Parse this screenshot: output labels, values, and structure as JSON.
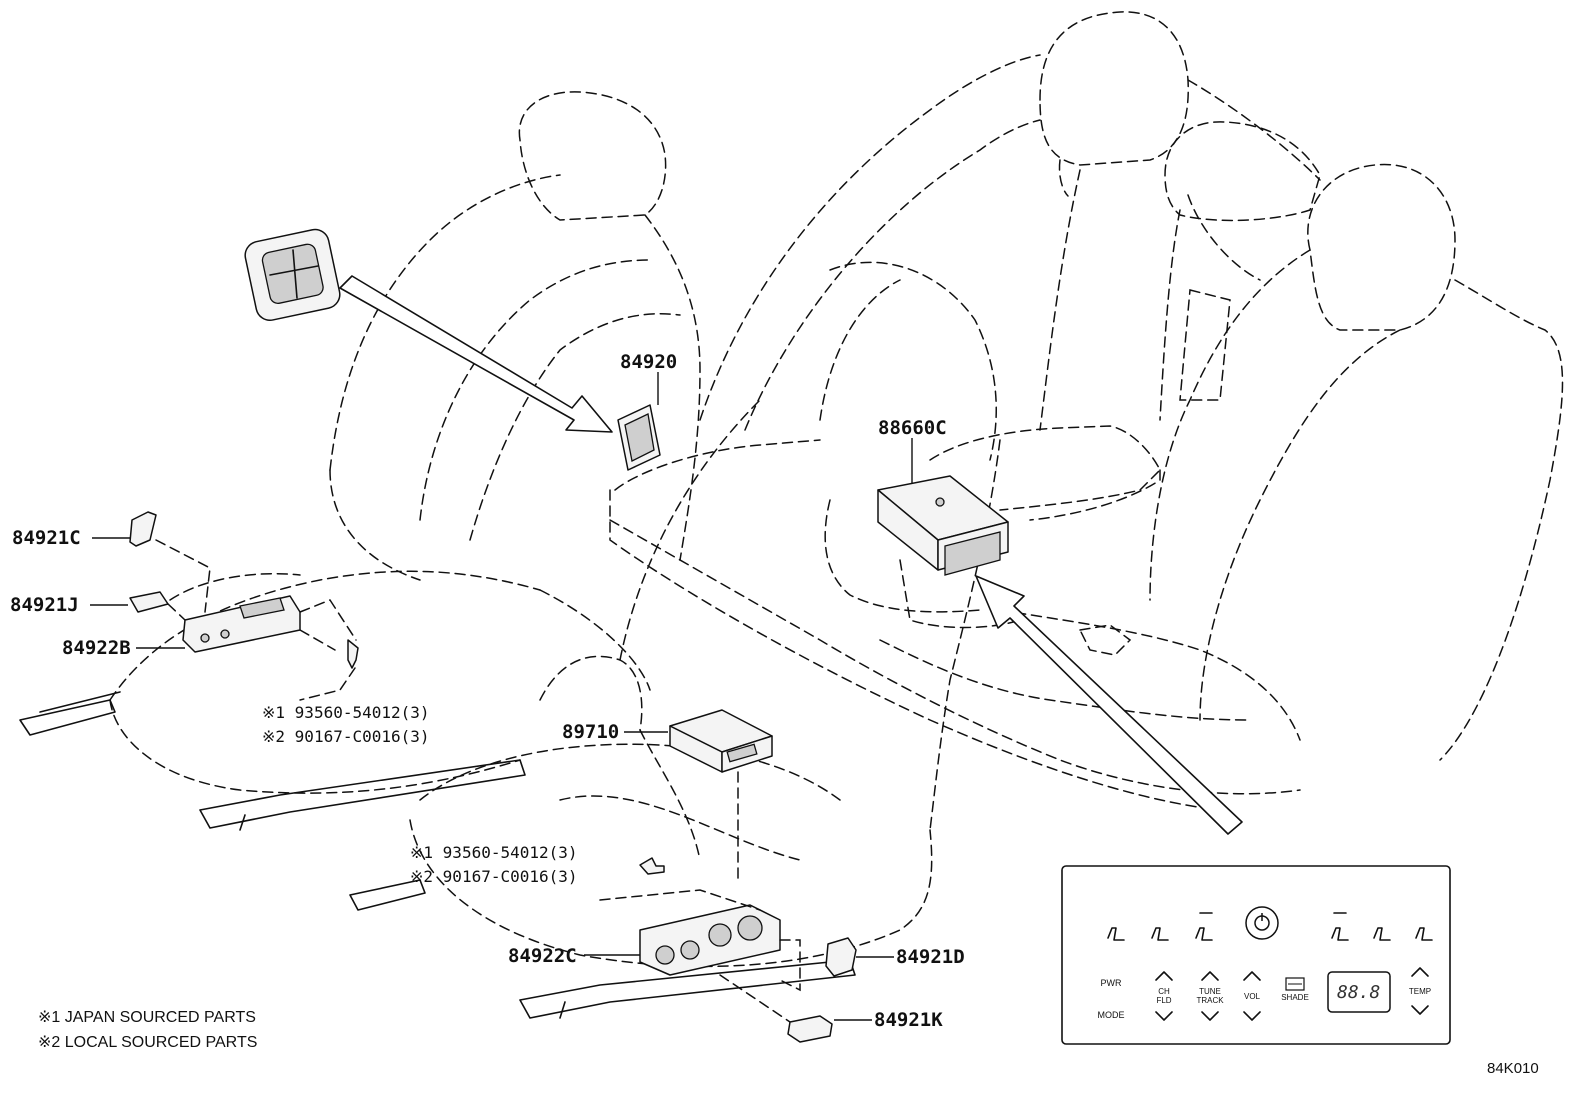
{
  "parts": {
    "p84920": "84920",
    "p88660c": "88660C",
    "p84921c": "84921C",
    "p84921j": "84921J",
    "p84922b": "84922B",
    "p89710": "89710",
    "p84922c": "84922C",
    "p84921d": "84921D",
    "p84921k": "84921K"
  },
  "fastener_refs_left": {
    "line1": "※1 93560-54012(3)",
    "line2": "※2 90167-C0016(3)"
  },
  "fastener_refs_center": {
    "line1": "※1 93560-54012(3)",
    "line2": "※2 90167-C0016(3)"
  },
  "notes": {
    "note1": "※1 JAPAN SOURCED PARTS",
    "note2": "※2 LOCAL SOURCED PARTS"
  },
  "figure_code": "84K010",
  "control_panel": {
    "pwr": "PWR",
    "mode": "MODE",
    "ch": "CH",
    "fld": "FLD",
    "tune": "TUNE",
    "track": "TRACK",
    "vol": "VOL",
    "shade": "SHADE",
    "display": "88.8",
    "temp": "TEMP"
  },
  "icons": [
    "seat-icon",
    "seat-heat-icon",
    "power-icon",
    "chevron-up-icon",
    "chevron-down-icon",
    "shade-icon",
    "arrow-icon"
  ]
}
